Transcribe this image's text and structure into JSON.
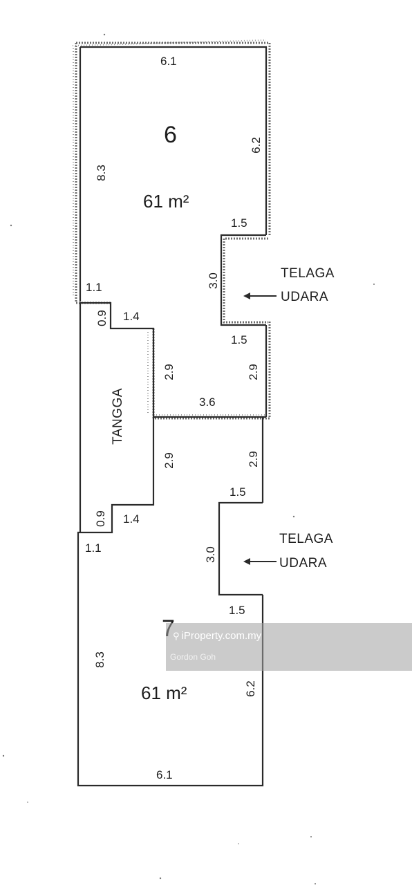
{
  "upper_unit": {
    "unit_no": "6",
    "area": "61 m²",
    "dims": {
      "top": "6.1",
      "right": "6.2",
      "left": "8.3",
      "step_1": "1.1",
      "step_2": "0.9",
      "step_3": "1.4",
      "stair_side": "2.9",
      "well_top": "1.5",
      "well_side": "3.0",
      "well_bottom": "1.5",
      "right_lower": "2.9",
      "bottom": "3.6"
    },
    "airwell_line1": "TELAGA",
    "airwell_line2": "UDARA"
  },
  "stair_label": "TANGGA",
  "lower_unit": {
    "unit_no": "7",
    "area": "61 m²",
    "dims": {
      "stair_side": "2.9",
      "right_upper": "2.9",
      "well_top": "1.5",
      "well_side": "3.0",
      "well_bottom": "1.5",
      "step_1": "0.9",
      "step_2": "1.4",
      "step_3": "1.1",
      "left": "8.3",
      "right": "6.2",
      "bottom": "6.1"
    },
    "airwell_line1": "TELAGA",
    "airwell_line2": "UDARA"
  },
  "watermark": {
    "brand": "iProperty.com.my",
    "agent": "Gordon Goh"
  }
}
